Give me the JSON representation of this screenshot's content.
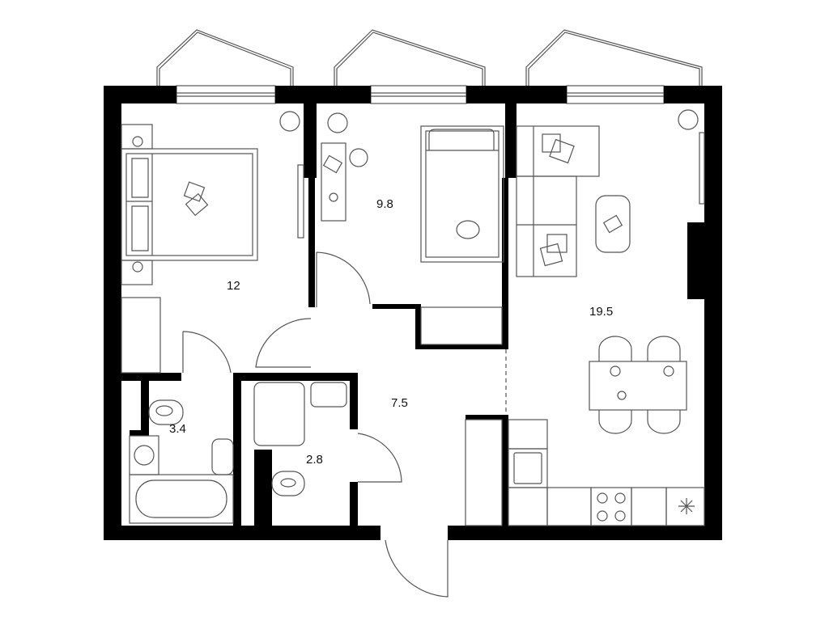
{
  "plan": {
    "type": "apartment-floor-plan",
    "colors": {
      "wall": "#000000",
      "line": "#555555",
      "background": "#ffffff"
    },
    "rooms": [
      {
        "id": "bedroom",
        "area": "12"
      },
      {
        "id": "kids-room",
        "area": "9.8"
      },
      {
        "id": "living-kitchen",
        "area": "19.5"
      },
      {
        "id": "hallway",
        "area": "7.5"
      },
      {
        "id": "bathroom",
        "area": "3.4"
      },
      {
        "id": "toilet",
        "area": "2.8"
      }
    ]
  }
}
